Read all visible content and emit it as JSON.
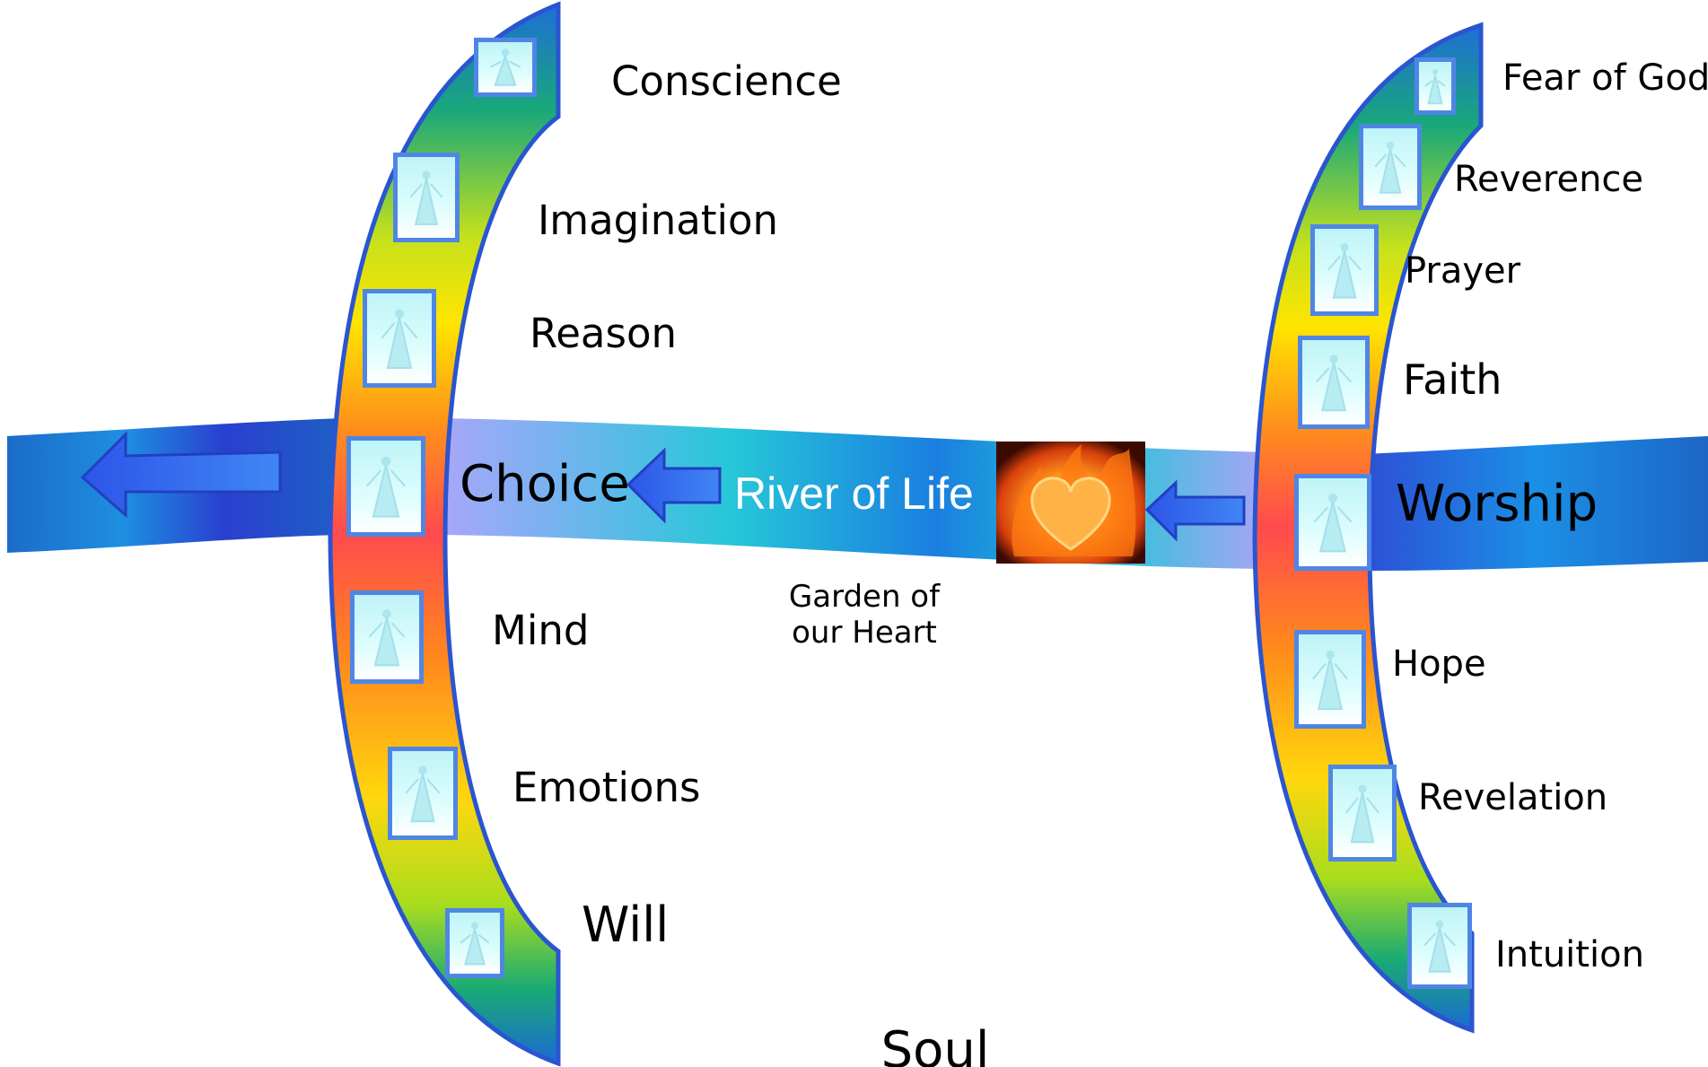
{
  "diagram": {
    "title": "Soul",
    "river_label": "River of Life",
    "garden_label_line1": "Garden of",
    "garden_label_line2": "our Heart",
    "left_items": [
      {
        "label": "Conscience"
      },
      {
        "label": "Imagination"
      },
      {
        "label": "Reason"
      },
      {
        "label": "Choice"
      },
      {
        "label": "Mind"
      },
      {
        "label": "Emotions"
      },
      {
        "label": "Will"
      }
    ],
    "right_items": [
      {
        "label": "Fear of God"
      },
      {
        "label": "Reverence"
      },
      {
        "label": "Prayer"
      },
      {
        "label": "Faith"
      },
      {
        "label": "Worship"
      },
      {
        "label": "Hope"
      },
      {
        "label": "Revelation"
      },
      {
        "label": "Intuition"
      }
    ],
    "icons": {
      "door": "door-with-figure-icon",
      "heart": "flaming-heart-icon",
      "arrow": "left-arrow-icon"
    },
    "colors": {
      "arc_gradient": [
        "#1e73d8",
        "#1aa86e",
        "#c8e21b",
        "#ffe600",
        "#ff8c1a",
        "#ff4d4d",
        "#ff9a1a",
        "#d8e81a",
        "#19b36a",
        "#1c6fd6"
      ],
      "river_dark": "#1758c8",
      "river_light": "#26d0d8",
      "arrow_blue": "#2f6cf0",
      "door_frame": "#4f8ae8",
      "door_fill": "#d9fbfc"
    }
  }
}
